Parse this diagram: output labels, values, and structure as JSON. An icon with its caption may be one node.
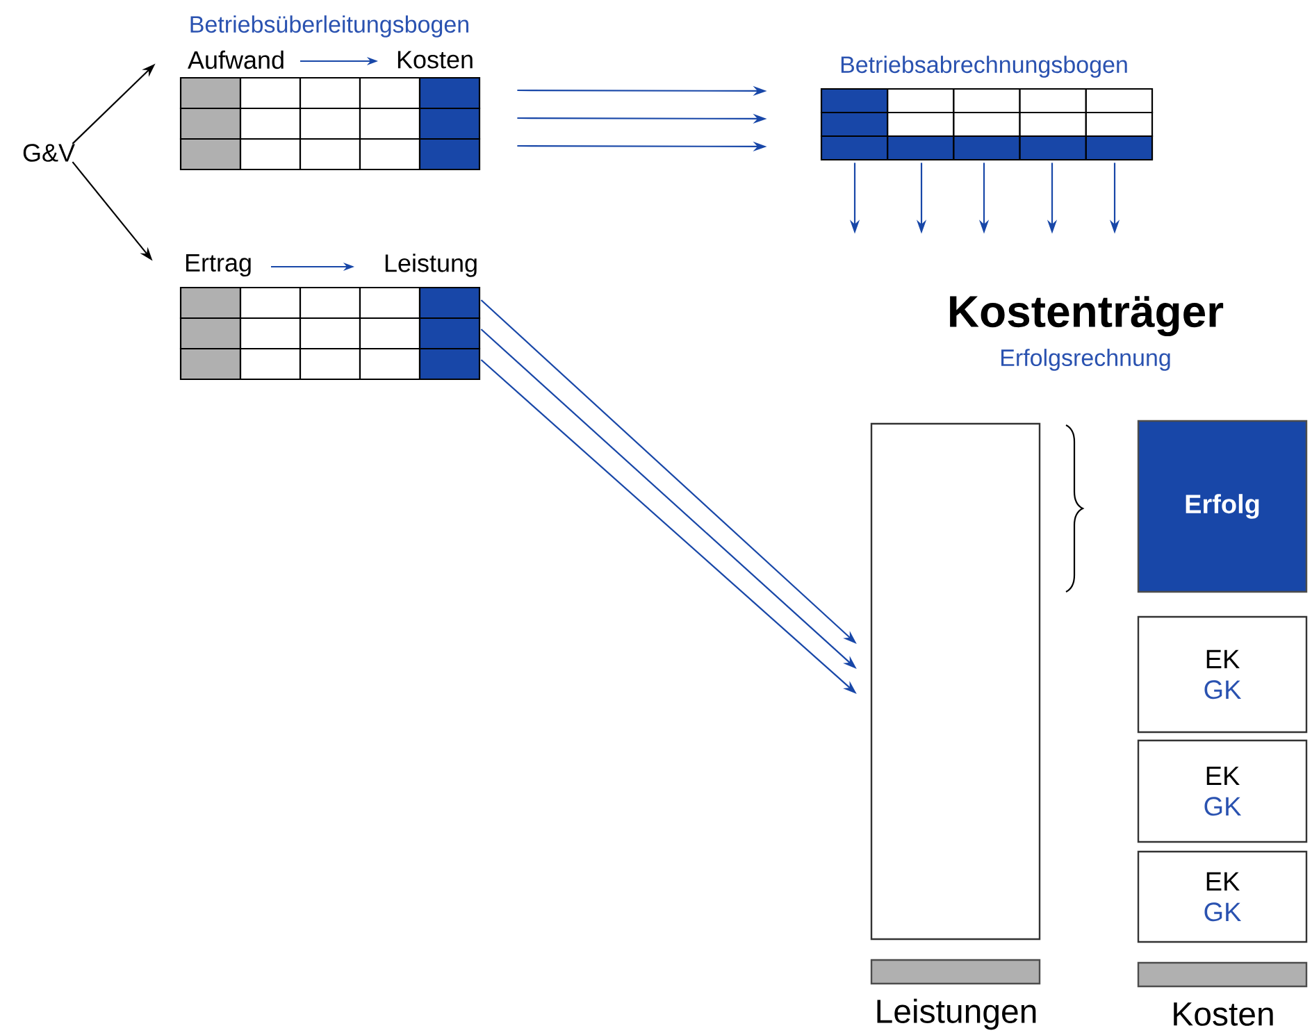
{
  "diagram": {
    "nodes": [
      {
        "text": [
          "G&V"
        ]
      },
      {
        "text": [
          "Betriebsüberleitungsbogen",
          "Aufwand",
          "Kosten"
        ]
      },
      {
        "text": [
          "Ertrag",
          "Leistung"
        ]
      },
      {
        "text": [
          "Betriebsabrechnungsbogen"
        ]
      },
      {
        "text": [
          "Kostenträger",
          "Erfolgsrechnung"
        ]
      },
      {
        "text": [
          "Leistungen"
        ]
      },
      {
        "text": [
          "Erfolg"
        ]
      },
      {
        "text": [
          "EK",
          "GK"
        ]
      },
      {
        "text": [
          "EK",
          "GK"
        ]
      },
      {
        "text": [
          "EK",
          "GK"
        ]
      },
      {
        "text": [],
        "shape": "bar"
      },
      {
        "text": [],
        "shape": "bar"
      }
    ],
    "edges": [
      {
        "from": 0,
        "to": 1,
        "arrow": "to",
        "color": "#000000"
      },
      {
        "from": 0,
        "to": 2,
        "arrow": "to",
        "color": "#000000"
      },
      {
        "from": 1,
        "to": 3,
        "arrow": "to"
      },
      {
        "from": 1,
        "to": 3,
        "arrow": "to"
      },
      {
        "from": 1,
        "to": 3,
        "arrow": "to"
      },
      {
        "from": 2,
        "to": 5,
        "arrow": "to"
      },
      {
        "from": 2,
        "to": 5,
        "arrow": "to"
      },
      {
        "from": 2,
        "to": 5,
        "arrow": "to"
      },
      {
        "from": 3,
        "to": null,
        "arrow": "to"
      },
      {
        "from": 3,
        "to": null,
        "arrow": "to"
      },
      {
        "from": 3,
        "to": null,
        "arrow": "to"
      },
      {
        "from": 3,
        "to": null,
        "arrow": "to"
      },
      {
        "from": 3,
        "to": null,
        "arrow": "to"
      }
    ],
    "labels": [
      "Kosten"
    ]
  }
}
